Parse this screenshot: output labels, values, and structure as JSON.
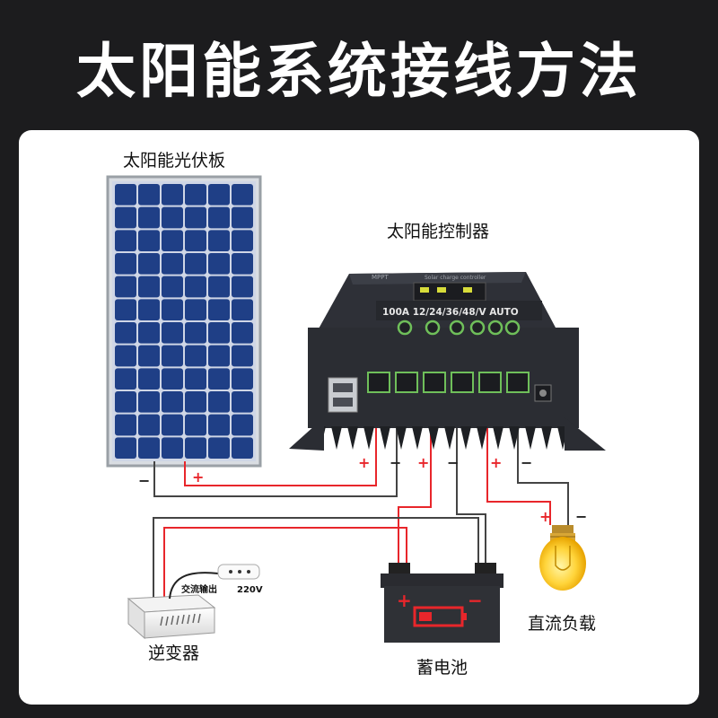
{
  "title": "太阳能系统接线方法",
  "labels": {
    "solar_panel": "太阳能光伏板",
    "controller": "太阳能控制器",
    "inverter": "逆变器",
    "battery": "蓄电池",
    "dc_load": "直流负载"
  },
  "controller_text": {
    "brand": "MPPT",
    "subtitle": "Solar charge controller",
    "rating": "100A 12/24/36/48/V AUTO"
  },
  "inverter_text": {
    "ac_output": "交流输出",
    "voltage": "220V"
  },
  "polarity": {
    "plus": "+",
    "minus": "−"
  },
  "colors": {
    "background": "#1c1c1e",
    "positive_wire": "#e8262b",
    "negative_wire": "#444444",
    "panel_cell": "#1f3f86",
    "controller_body": "#2b2d33",
    "terminal_green": "#6fbf5a"
  }
}
